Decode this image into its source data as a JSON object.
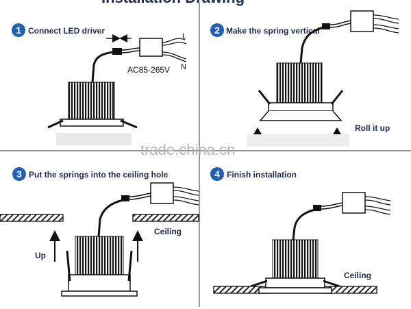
{
  "header": {
    "partial_title": "Installation Drawing"
  },
  "steps": [
    {
      "number": "1",
      "title": "Connect LED driver",
      "voltage": "AC85-265V",
      "line": "L",
      "neutral": "N"
    },
    {
      "number": "2",
      "title": "Make the spring vertical",
      "action": "Roll it up"
    },
    {
      "number": "3",
      "title": "Put the springs into the ceiling hole",
      "up": "Up",
      "ceiling": "Ceiling"
    },
    {
      "number": "4",
      "title": "Finish installation",
      "ceiling": "Ceiling"
    }
  ],
  "watermark": "trade.china.cn",
  "colors": {
    "badge": "#1f5fb5",
    "ink": "#111111",
    "title": "#1f2a55",
    "divider": "#555555"
  }
}
